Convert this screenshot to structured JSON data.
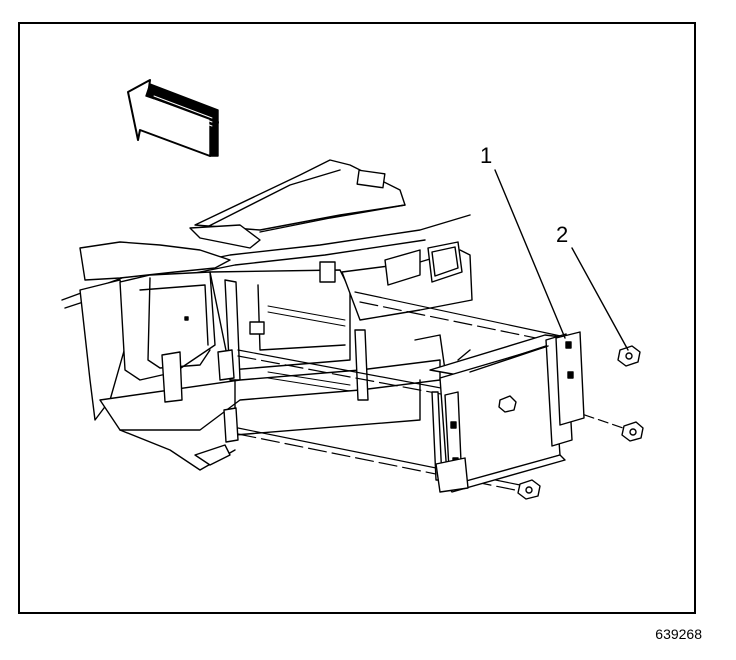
{
  "figure": {
    "callouts": [
      {
        "id": "1",
        "label": "1"
      },
      {
        "id": "2",
        "label": "2"
      }
    ],
    "reference_number": "639268",
    "direction_arrow": "arrow-icon"
  }
}
